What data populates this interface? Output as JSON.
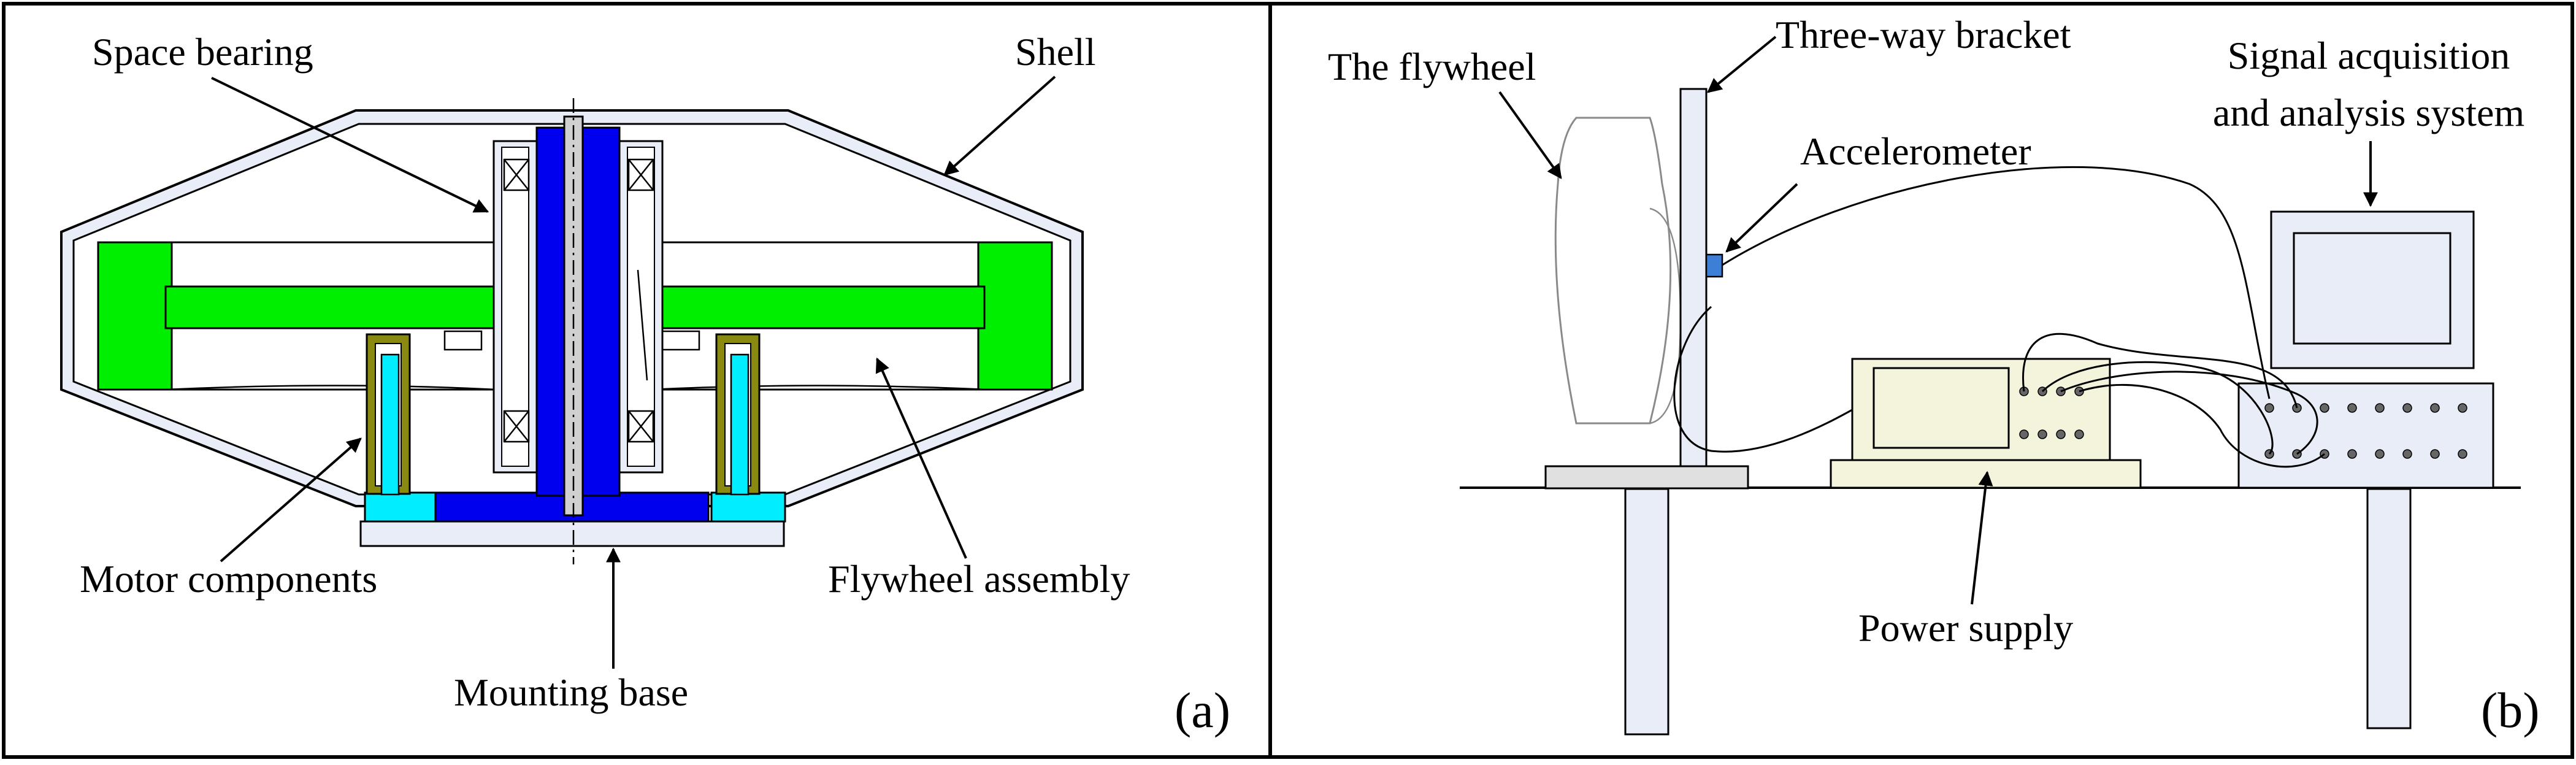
{
  "panel_a": {
    "tag": "(a)",
    "labels": {
      "space_bearing": "Space bearing",
      "shell": "Shell",
      "motor_components": "Motor components",
      "flywheel_assembly": "Flywheel assembly",
      "mounting_base": "Mounting base"
    }
  },
  "panel_b": {
    "tag": "(b)",
    "labels": {
      "flywheel": "The flywheel",
      "three_way_bracket": "Three-way bracket",
      "accelerometer": "Accelerometer",
      "signal_line1": "Signal acquisition",
      "signal_line2": "and analysis system",
      "power_supply": "Power supply"
    }
  },
  "colors": {
    "rotor_green": "#00ee00",
    "shaft_blue": "#0000ee",
    "motor_cyan": "#00eeff",
    "motor_olive": "#8a8a10",
    "bearing_fill": "#e8edf7",
    "shell_fill": "#e8edf7",
    "equipment_fill": "#f4f4dc",
    "accelerometer_blue": "#3d7fd6"
  }
}
